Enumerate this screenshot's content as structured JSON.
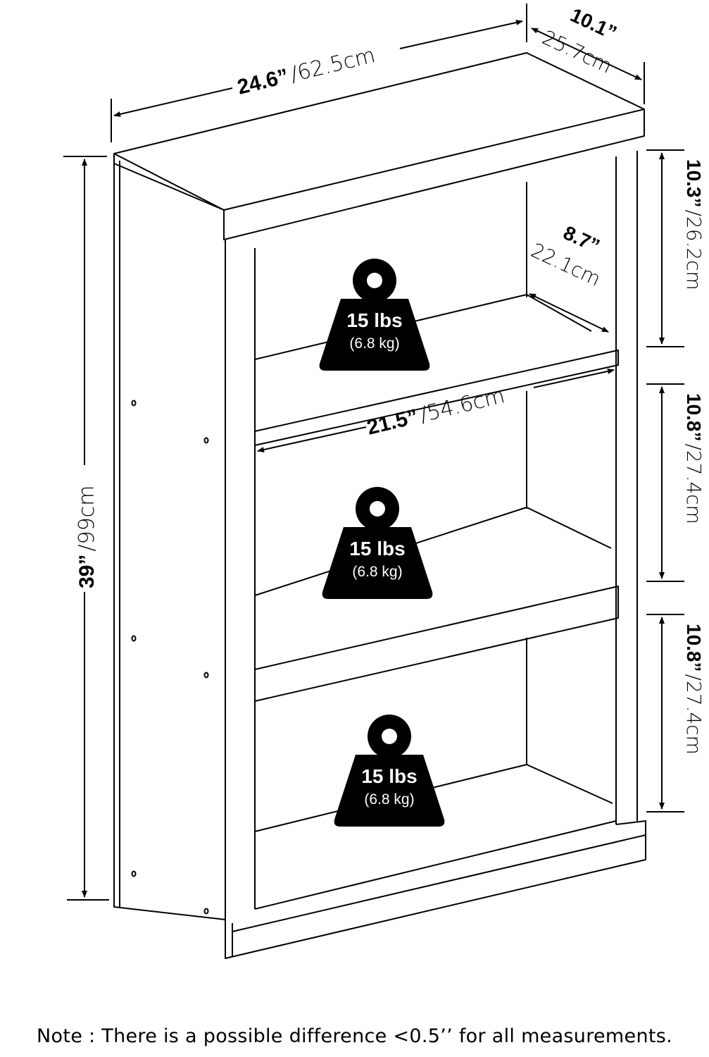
{
  "dimensions": {
    "width": {
      "imperial": "24.6”",
      "metric": "/62.5cm"
    },
    "depth": {
      "imperial": "10.1”",
      "metric": "25.7cm"
    },
    "height": {
      "imperial": "39”",
      "metric": "/99cm"
    },
    "shelf_depth": {
      "imperial": "8.7”",
      "metric": "22.1cm"
    },
    "inner_width": {
      "imperial": "21.5”",
      "metric": "/54.6cm"
    },
    "top_opening": {
      "imperial": "10.3”",
      "metric": "/26.2cm"
    },
    "middle_opening": {
      "imperial": "10.8”",
      "metric": "/27.4cm"
    },
    "bottom_opening": {
      "imperial": "10.8”",
      "metric": "/27.4cm"
    }
  },
  "weight_badges": [
    {
      "lbs": "15 lbs",
      "kg": "(6.8 kg)"
    },
    {
      "lbs": "15 lbs",
      "kg": "(6.8 kg)"
    },
    {
      "lbs": "15 lbs",
      "kg": "(6.8 kg)"
    }
  ],
  "note": "Note : There is a possible difference <0.5’’ for all measurements."
}
